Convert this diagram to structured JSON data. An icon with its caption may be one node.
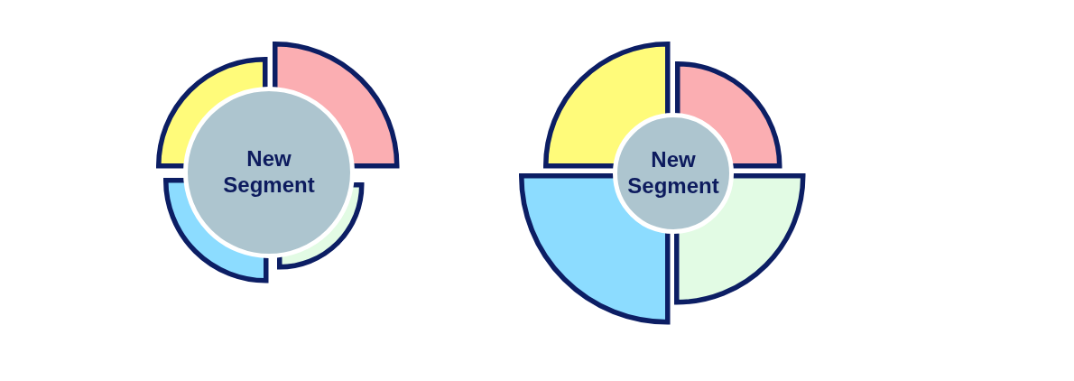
{
  "diagram": {
    "nodes": [
      {
        "text": [
          "New Segment"
        ]
      },
      {
        "text": [],
        "shape": "wedge"
      },
      {
        "text": [],
        "shape": "wedge"
      },
      {
        "text": [],
        "shape": "wedge"
      },
      {
        "text": [],
        "shape": "wedge"
      },
      {
        "text": [
          "New Segment"
        ]
      },
      {
        "text": [],
        "shape": "wedge"
      },
      {
        "text": [],
        "shape": "wedge"
      },
      {
        "text": [],
        "shape": "wedge"
      },
      {
        "text": [],
        "shape": "wedge"
      }
    ]
  }
}
